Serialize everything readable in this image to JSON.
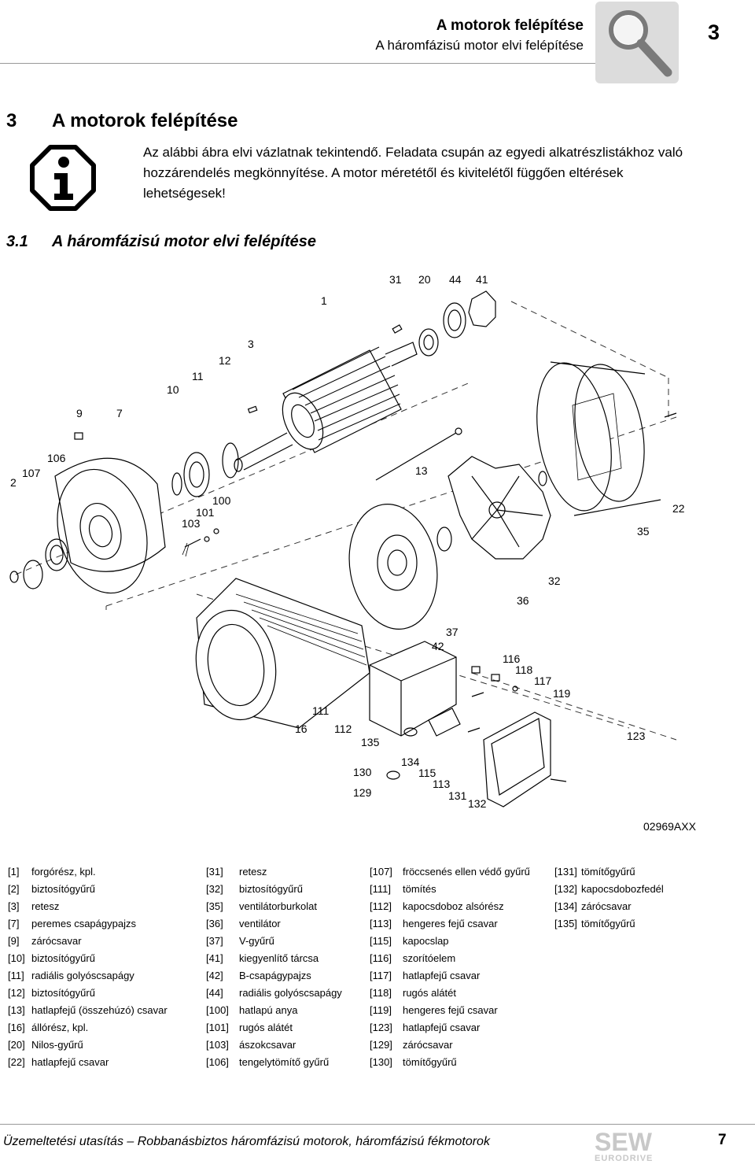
{
  "header": {
    "title": "A motorok felépítése",
    "subtitle": "A háromfázisú motor elvi felépítése",
    "chapter_number": "3",
    "icon": "magnifier-icon"
  },
  "section": {
    "number": "3",
    "title": "A motorok felépítése"
  },
  "note": {
    "icon": "info-icon",
    "text": "Az alábbi ábra elvi vázlatnak tekintendő. Feladata csupán az egyedi alkatrészlistákhoz való hozzárendelés megkönnyítése. A motor méretétől és kivitelétől függően eltérések lehetségesek!"
  },
  "subsection": {
    "number": "3.1",
    "title": "A háromfázisú motor elvi felépítése"
  },
  "diagram": {
    "image_code": "02969AXX",
    "callouts": [
      "1",
      "2",
      "3",
      "7",
      "9",
      "10",
      "11",
      "12",
      "13",
      "16",
      "20",
      "22",
      "31",
      "32",
      "35",
      "36",
      "37",
      "41",
      "42",
      "44",
      "100",
      "101",
      "103",
      "106",
      "107",
      "111",
      "112",
      "113",
      "115",
      "116",
      "117",
      "118",
      "119",
      "123",
      "129",
      "130",
      "131",
      "132",
      "134",
      "135"
    ]
  },
  "legend": {
    "col1": [
      {
        "num": "[1]",
        "text": "forgórész, kpl."
      },
      {
        "num": "[2]",
        "text": "biztosítógyűrű"
      },
      {
        "num": "[3]",
        "text": "retesz"
      },
      {
        "num": "[7]",
        "text": "peremes csapágypajzs"
      },
      {
        "num": "[9]",
        "text": "zárócsavar"
      },
      {
        "num": "[10]",
        "text": "biztosítógyűrű"
      },
      {
        "num": "[11]",
        "text": "radiális golyóscsapágy"
      },
      {
        "num": "[12]",
        "text": "biztosítógyűrű"
      },
      {
        "num": "[13]",
        "text": "hatlapfejű (összehúzó) csavar"
      },
      {
        "num": "[16]",
        "text": "állórész, kpl."
      },
      {
        "num": "[20]",
        "text": "Nilos-gyűrű"
      },
      {
        "num": "[22]",
        "text": "hatlapfejű csavar"
      }
    ],
    "col2": [
      {
        "num": "[31]",
        "text": "retesz"
      },
      {
        "num": "[32]",
        "text": "biztosítógyűrű"
      },
      {
        "num": "[35]",
        "text": "ventilátorburkolat"
      },
      {
        "num": "[36]",
        "text": "ventilátor"
      },
      {
        "num": "[37]",
        "text": "V-gyűrű"
      },
      {
        "num": "[41]",
        "text": "kiegyenlítő tárcsa"
      },
      {
        "num": "[42]",
        "text": "B-csapágypajzs"
      },
      {
        "num": "[44]",
        "text": "radiális golyóscsapágy"
      },
      {
        "num": "[100]",
        "text": "hatlapú anya"
      },
      {
        "num": "[101]",
        "text": "rugós alátét"
      },
      {
        "num": "[103]",
        "text": "ászokcsavar"
      },
      {
        "num": "[106]",
        "text": "tengelytömítő gyűrű"
      }
    ],
    "col3": [
      {
        "num": "[107]",
        "text": "fröccsenés ellen védő gyűrű"
      },
      {
        "num": "[111]",
        "text": "tömítés"
      },
      {
        "num": "[112]",
        "text": "kapocsdoboz alsórész"
      },
      {
        "num": "[113]",
        "text": "hengeres fejű csavar"
      },
      {
        "num": "[115]",
        "text": "kapocslap"
      },
      {
        "num": "[116]",
        "text": "szorítóelem"
      },
      {
        "num": "[117]",
        "text": "hatlapfejű csavar"
      },
      {
        "num": "[118]",
        "text": "rugós alátét"
      },
      {
        "num": "[119]",
        "text": "hengeres fejű csavar"
      },
      {
        "num": "[123]",
        "text": "hatlapfejű csavar"
      },
      {
        "num": "[129]",
        "text": "zárócsavar"
      },
      {
        "num": "[130]",
        "text": "tömítőgyűrű"
      }
    ],
    "col4": [
      {
        "num": "[131]",
        "text": "tömítőgyűrű"
      },
      {
        "num": "[132]",
        "text": "kapocsdobozfedél"
      },
      {
        "num": "[134]",
        "text": "zárócsavar"
      },
      {
        "num": "[135]",
        "text": "tömítőgyűrű"
      }
    ]
  },
  "footer": {
    "text": "Üzemeltetési utasítás – Robbanásbiztos háromfázisú motorok, háromfázisú fékmotorok",
    "page": "7",
    "logo_top": "SEW",
    "logo_bottom": "EURODRIVE"
  }
}
